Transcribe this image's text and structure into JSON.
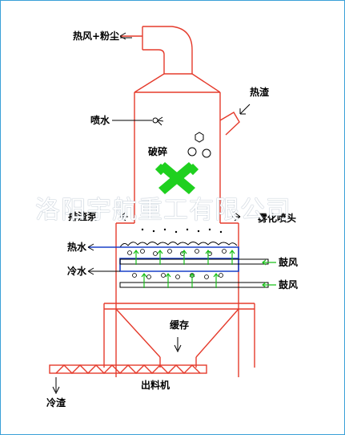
{
  "labels": {
    "hot_air_dust": "热风+粉尘",
    "hot_slag": "热渣",
    "water_spray": "喷水",
    "crushing": "破碎",
    "crusher_fragment": "排渣泵",
    "spray_right": "雾化喷头",
    "hot_water": "热水",
    "cold_water": "冷水",
    "blow_air_1": "鼓风",
    "blow_air_2": "鼓风",
    "buffer": "缓存",
    "discharger": "出料机",
    "cold_slag": "冷渣"
  },
  "watermark": "洛阳宇航重工有限公司",
  "colors": {
    "structure": "#e53b2c",
    "pipe": "#1a40c8",
    "air": "#19c019",
    "crusher": "#1fd01f",
    "text": "#000000"
  }
}
